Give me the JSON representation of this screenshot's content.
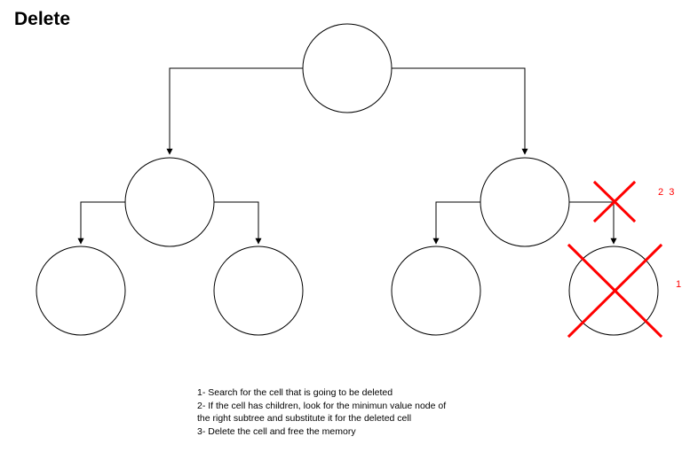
{
  "title": "Delete",
  "colors": {
    "stroke": "#000000",
    "mark": "#ff0000",
    "background": "#ffffff"
  },
  "tree": {
    "nodes": [
      "root",
      "left",
      "right",
      "left-left",
      "left-right",
      "right-left",
      "right-right"
    ],
    "edges": [
      [
        "root",
        "left"
      ],
      [
        "root",
        "right"
      ],
      [
        "left",
        "left-left"
      ],
      [
        "left",
        "left-right"
      ],
      [
        "right",
        "right-left"
      ],
      [
        "right",
        "right-right"
      ]
    ],
    "deleted_node": "right-right",
    "deleted_link": "right-right"
  },
  "marks": {
    "link_label": "2  3",
    "node_label": "1"
  },
  "notes": [
    "1- Search for the cell that is going to be deleted",
    "2- If the cell has children, look for the minimun value node of",
    "the right subtree and substitute it for the deleted cell",
    "3-  Delete the cell and free the memory"
  ]
}
